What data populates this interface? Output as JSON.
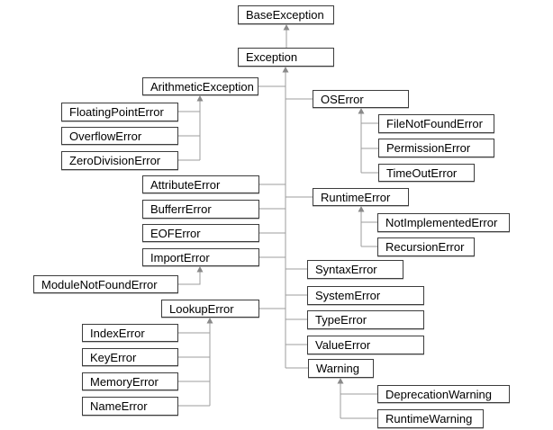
{
  "diagram": {
    "type": "class-hierarchy",
    "nodes": [
      {
        "id": "baseexception",
        "label": "BaseException"
      },
      {
        "id": "exception",
        "label": "Exception"
      },
      {
        "id": "arithmeticexception",
        "label": "ArithmeticException"
      },
      {
        "id": "floatingpointerror",
        "label": "FloatingPointError"
      },
      {
        "id": "overflowerror",
        "label": "OverflowError"
      },
      {
        "id": "zerodivisionerror",
        "label": "ZeroDivisionError"
      },
      {
        "id": "attributeerror",
        "label": "AttributeError"
      },
      {
        "id": "buffererror",
        "label": "BufferrError"
      },
      {
        "id": "eoferror",
        "label": "EOFError"
      },
      {
        "id": "importerror",
        "label": "ImportError"
      },
      {
        "id": "modulenotfounderror",
        "label": "ModuleNotFoundError"
      },
      {
        "id": "lookuperror",
        "label": "LookupError"
      },
      {
        "id": "indexerror",
        "label": "IndexError"
      },
      {
        "id": "keyerror",
        "label": "KeyError"
      },
      {
        "id": "memoryerror",
        "label": "MemoryError"
      },
      {
        "id": "nameerror",
        "label": "NameError"
      },
      {
        "id": "oserror",
        "label": "OSError"
      },
      {
        "id": "filenotfounderror",
        "label": "FileNotFoundError"
      },
      {
        "id": "permissionerror",
        "label": "PermissionError"
      },
      {
        "id": "timeouterror",
        "label": "TimeOutError"
      },
      {
        "id": "runtimeerror",
        "label": "RuntimeError"
      },
      {
        "id": "notimplementederror",
        "label": "NotImplementedError"
      },
      {
        "id": "recursionerror",
        "label": "RecursionError"
      },
      {
        "id": "syntaxerror",
        "label": "SyntaxError"
      },
      {
        "id": "systemerror",
        "label": "SystemError"
      },
      {
        "id": "typeerror",
        "label": "TypeError"
      },
      {
        "id": "valueerror",
        "label": "ValueError"
      },
      {
        "id": "warning",
        "label": "Warning"
      },
      {
        "id": "deprecationwarning",
        "label": "DeprecationWarning"
      },
      {
        "id": "runtimewarning",
        "label": "RuntimeWarning"
      }
    ],
    "edges": [
      {
        "child": "exception",
        "parent": "baseexception"
      },
      {
        "child": "arithmeticexception",
        "parent": "exception"
      },
      {
        "child": "attributeerror",
        "parent": "exception"
      },
      {
        "child": "buffererror",
        "parent": "exception"
      },
      {
        "child": "eoferror",
        "parent": "exception"
      },
      {
        "child": "importerror",
        "parent": "exception"
      },
      {
        "child": "lookuperror",
        "parent": "exception"
      },
      {
        "child": "oserror",
        "parent": "exception"
      },
      {
        "child": "runtimeerror",
        "parent": "exception"
      },
      {
        "child": "syntaxerror",
        "parent": "exception"
      },
      {
        "child": "systemerror",
        "parent": "exception"
      },
      {
        "child": "typeerror",
        "parent": "exception"
      },
      {
        "child": "valueerror",
        "parent": "exception"
      },
      {
        "child": "warning",
        "parent": "exception"
      },
      {
        "child": "floatingpointerror",
        "parent": "arithmeticexception"
      },
      {
        "child": "overflowerror",
        "parent": "arithmeticexception"
      },
      {
        "child": "zerodivisionerror",
        "parent": "arithmeticexception"
      },
      {
        "child": "modulenotfounderror",
        "parent": "importerror"
      },
      {
        "child": "indexerror",
        "parent": "lookuperror"
      },
      {
        "child": "keyerror",
        "parent": "lookuperror"
      },
      {
        "child": "memoryerror",
        "parent": "lookuperror"
      },
      {
        "child": "nameerror",
        "parent": "lookuperror"
      },
      {
        "child": "filenotfounderror",
        "parent": "oserror"
      },
      {
        "child": "permissionerror",
        "parent": "oserror"
      },
      {
        "child": "timeouterror",
        "parent": "oserror"
      },
      {
        "child": "notimplementederror",
        "parent": "runtimeerror"
      },
      {
        "child": "recursionerror",
        "parent": "runtimeerror"
      },
      {
        "child": "deprecationwarning",
        "parent": "warning"
      },
      {
        "child": "runtimewarning",
        "parent": "warning"
      }
    ]
  },
  "colors": {
    "background": "#ffffff",
    "box_fill": "#ffffff",
    "box_border": "#3c3c3c",
    "connector": "#9c9c9c",
    "arrowhead": "#8a8a8a",
    "text": "#000000"
  }
}
